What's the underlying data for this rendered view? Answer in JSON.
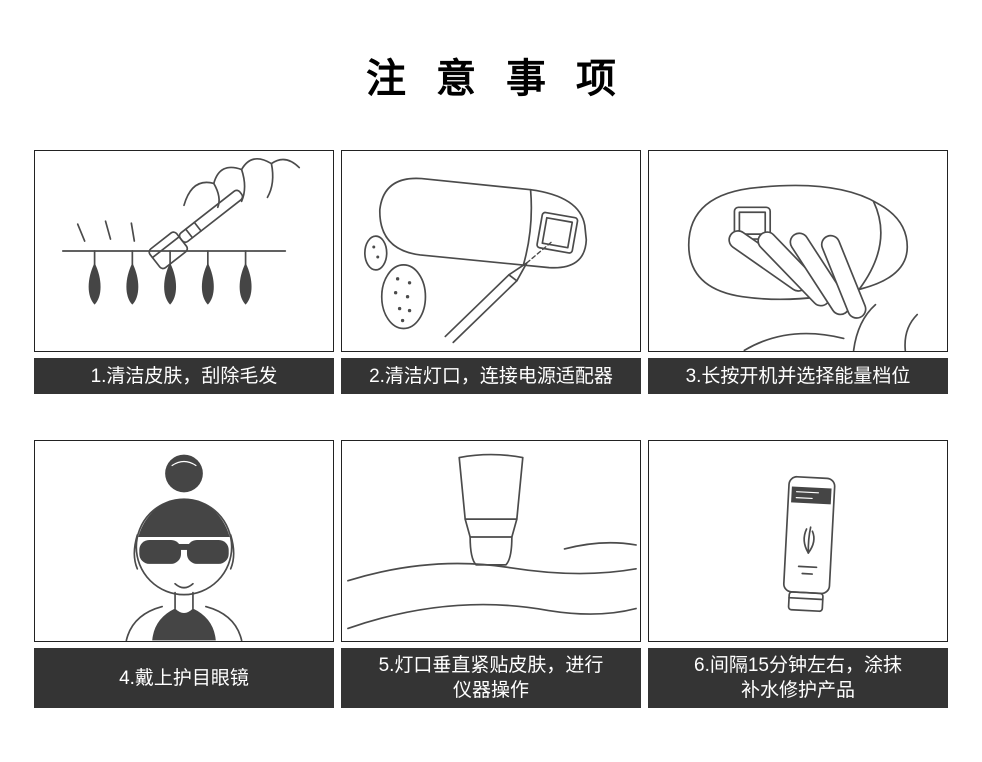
{
  "title": "注意事项",
  "steps": [
    {
      "caption": "1.清洁皮肤，刮除毛发",
      "illustration": "razor-shaving"
    },
    {
      "caption": "2.清洁灯口，连接电源适配器",
      "illustration": "clean-lamp-port"
    },
    {
      "caption": "3.长按开机并选择能量档位",
      "illustration": "power-on-select-level"
    },
    {
      "caption": "4.戴上护目眼镜",
      "illustration": "wear-goggles"
    },
    {
      "caption": "5.灯口垂直紧贴皮肤，进行\n仪器操作",
      "illustration": "device-on-skin"
    },
    {
      "caption": "6.间隔15分钟左右，涂抹\n补水修护产品",
      "illustration": "apply-repair-gel"
    }
  ],
  "colors": {
    "background": "#ffffff",
    "caption_bg": "#343434",
    "caption_text": "#ffffff",
    "panel_border": "#222222",
    "line_art": "#4b4b4b"
  }
}
